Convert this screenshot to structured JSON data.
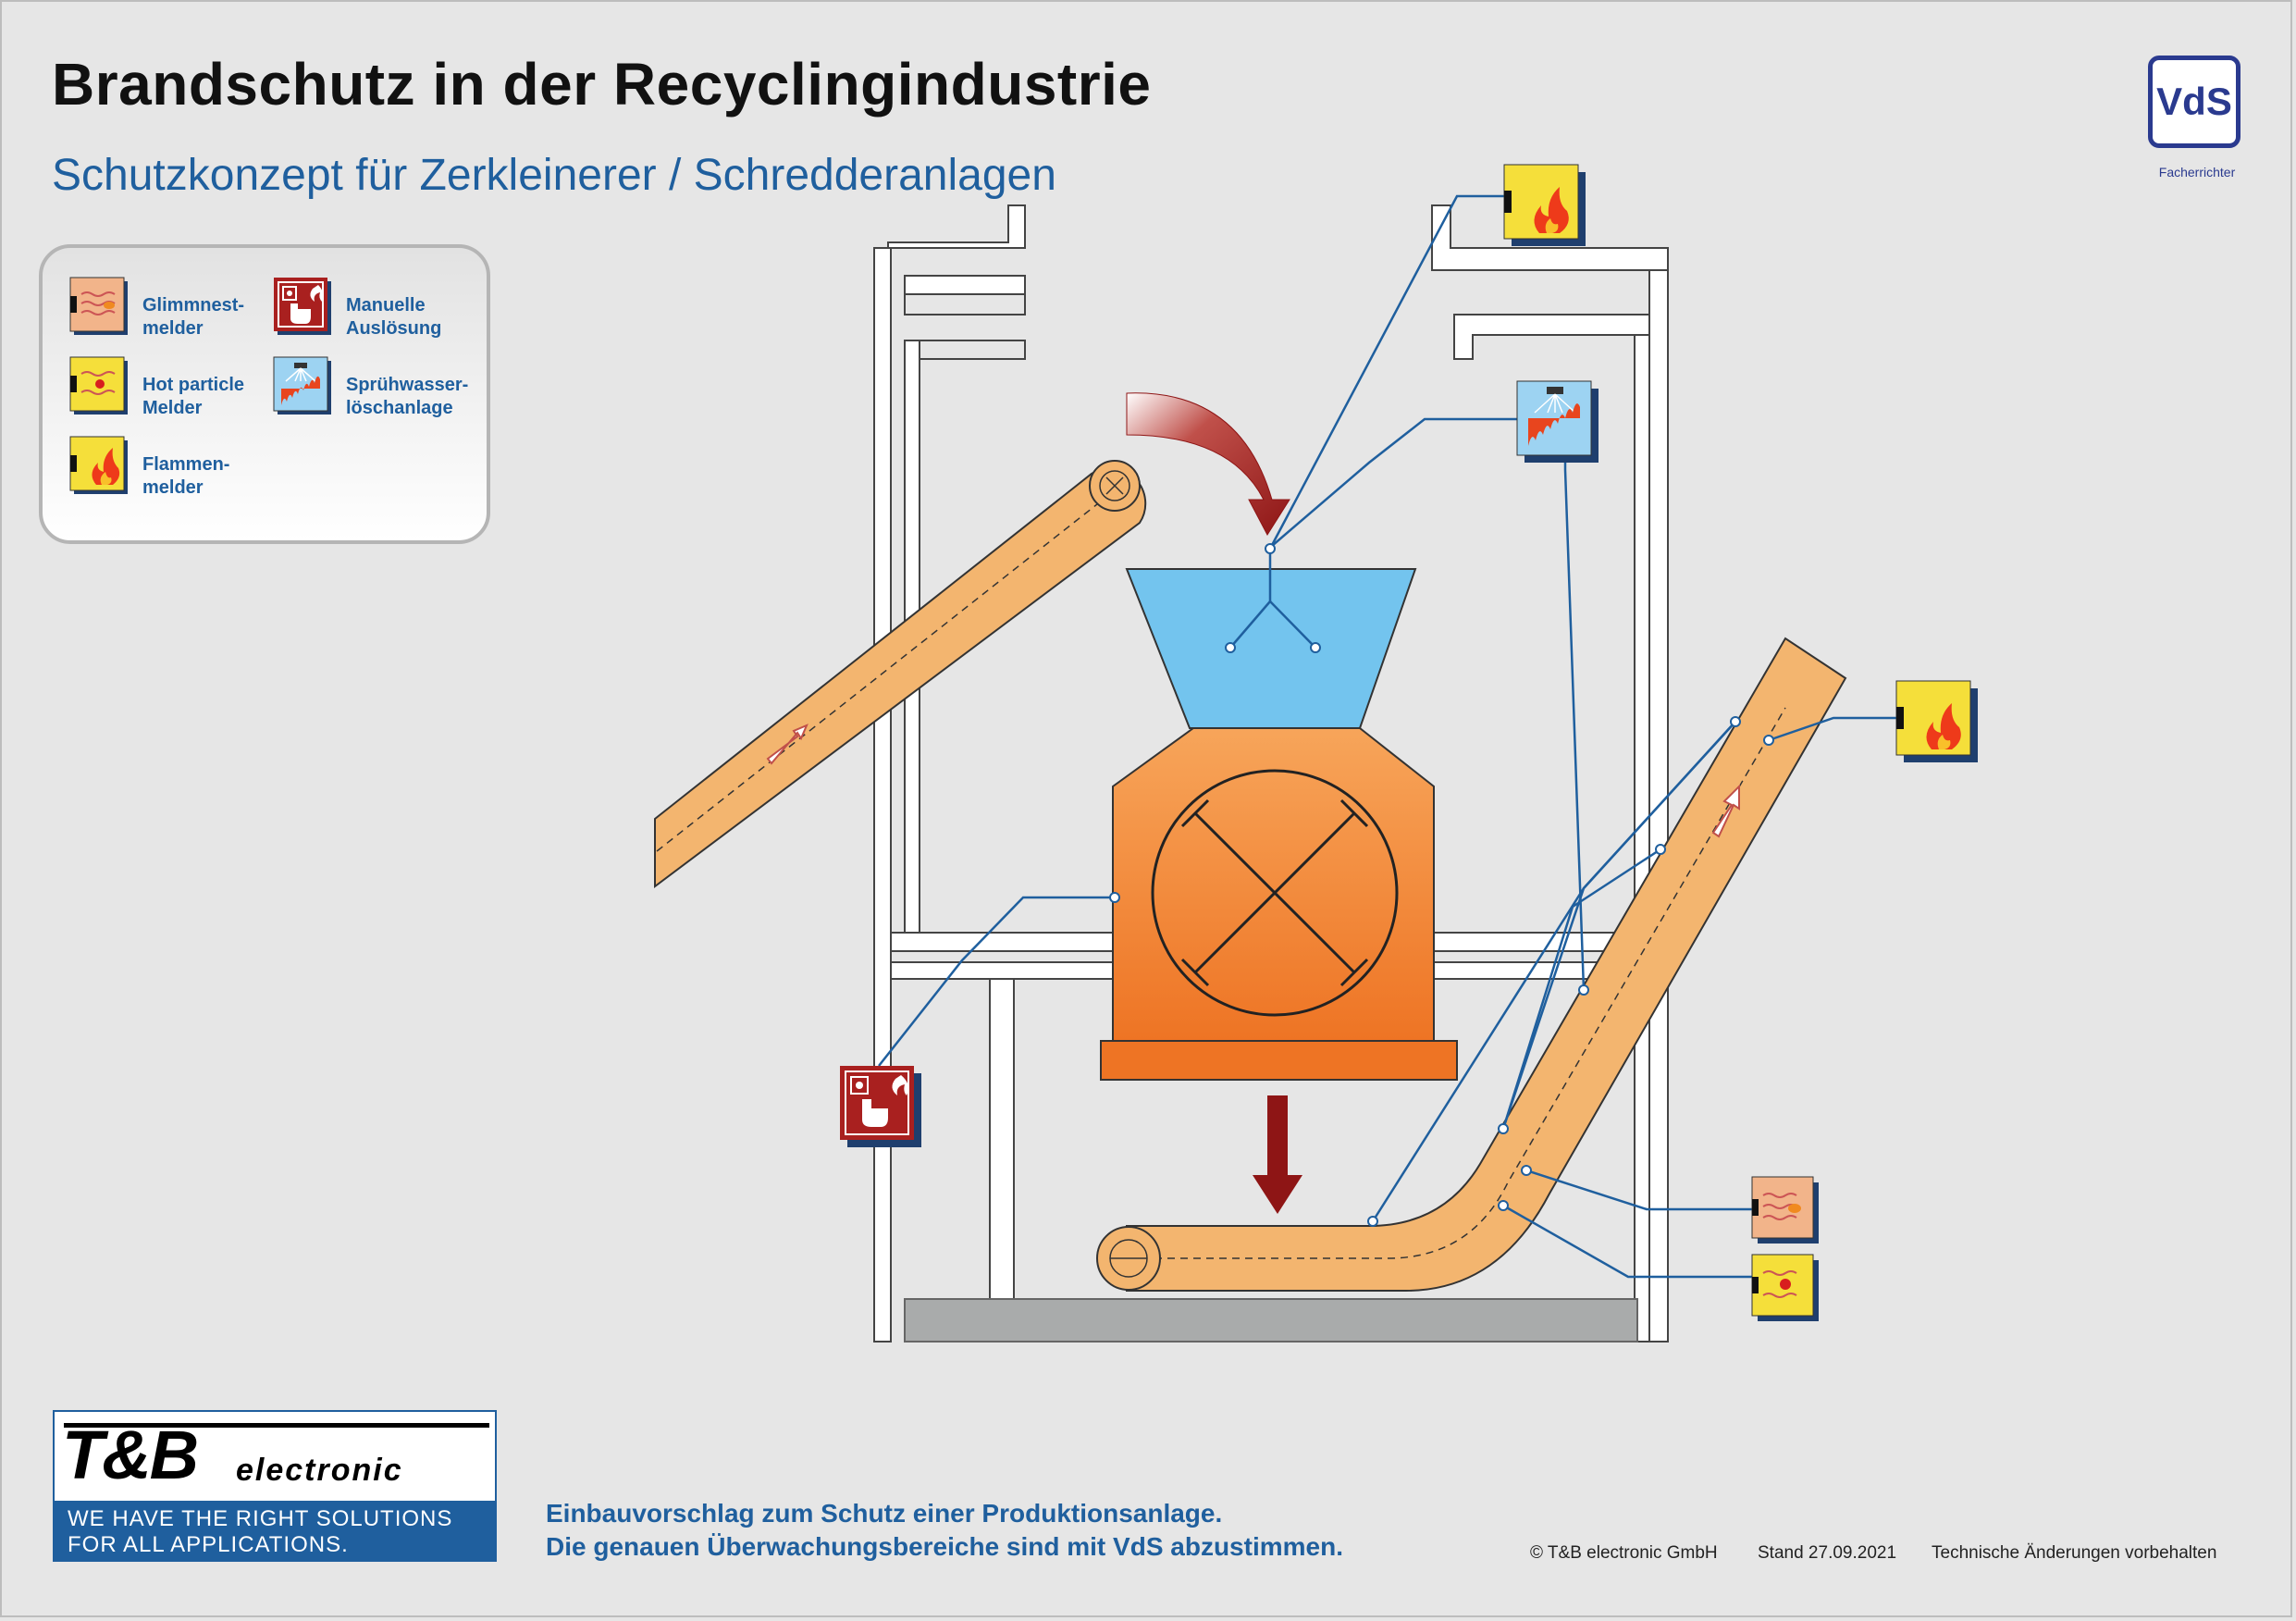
{
  "header": {
    "title": "Brandschutz in der Recyclingindustrie",
    "subtitle": "Schutzkonzept für Zerkleinerer / Schredderanlagen"
  },
  "vds_badge": {
    "logo_text": "VdS",
    "caption": "Facherrichter"
  },
  "legend": {
    "items": [
      {
        "icon": "glimmnest-detector-icon",
        "label": "Glimmnest-\nmelder"
      },
      {
        "icon": "hot-particle-detector-icon",
        "label": "Hot particle\nMelder"
      },
      {
        "icon": "flame-detector-icon",
        "label": "Flammen-\nmelder"
      },
      {
        "icon": "manual-trigger-icon",
        "label": "Manuelle\nAuslösung"
      },
      {
        "icon": "sprinkler-icon",
        "label": "Sprühwasser-\nlöschanlage"
      }
    ]
  },
  "company_logo": {
    "brand": "T&B",
    "brand_sub": "electronic",
    "tagline_1": "WE HAVE THE RIGHT SOLUTIONS",
    "tagline_2": "FOR ALL APPLICATIONS."
  },
  "notes": {
    "line1": "Einbauvorschlag zum Schutz einer Produktionsanlage.",
    "line2": "Die genauen Überwachungsbereiche sind mit VdS abzustimmen."
  },
  "footer": {
    "copyright": "© T&B electronic GmbH",
    "date": "Stand 27.09.2021",
    "disclaimer": "Technische Änderungen vorbehalten"
  },
  "colors": {
    "title_blue": "#1f5f9e",
    "line_blue": "#1f5f9e",
    "conveyor": "#f3b56f",
    "shredder_top": "#f7a55a",
    "shredder_bottom": "#ee7424",
    "hopper": "#73c4ee",
    "arrow_red": "#8e1515",
    "frame_white": "#ffffff",
    "floor_gray": "#a9abab"
  }
}
